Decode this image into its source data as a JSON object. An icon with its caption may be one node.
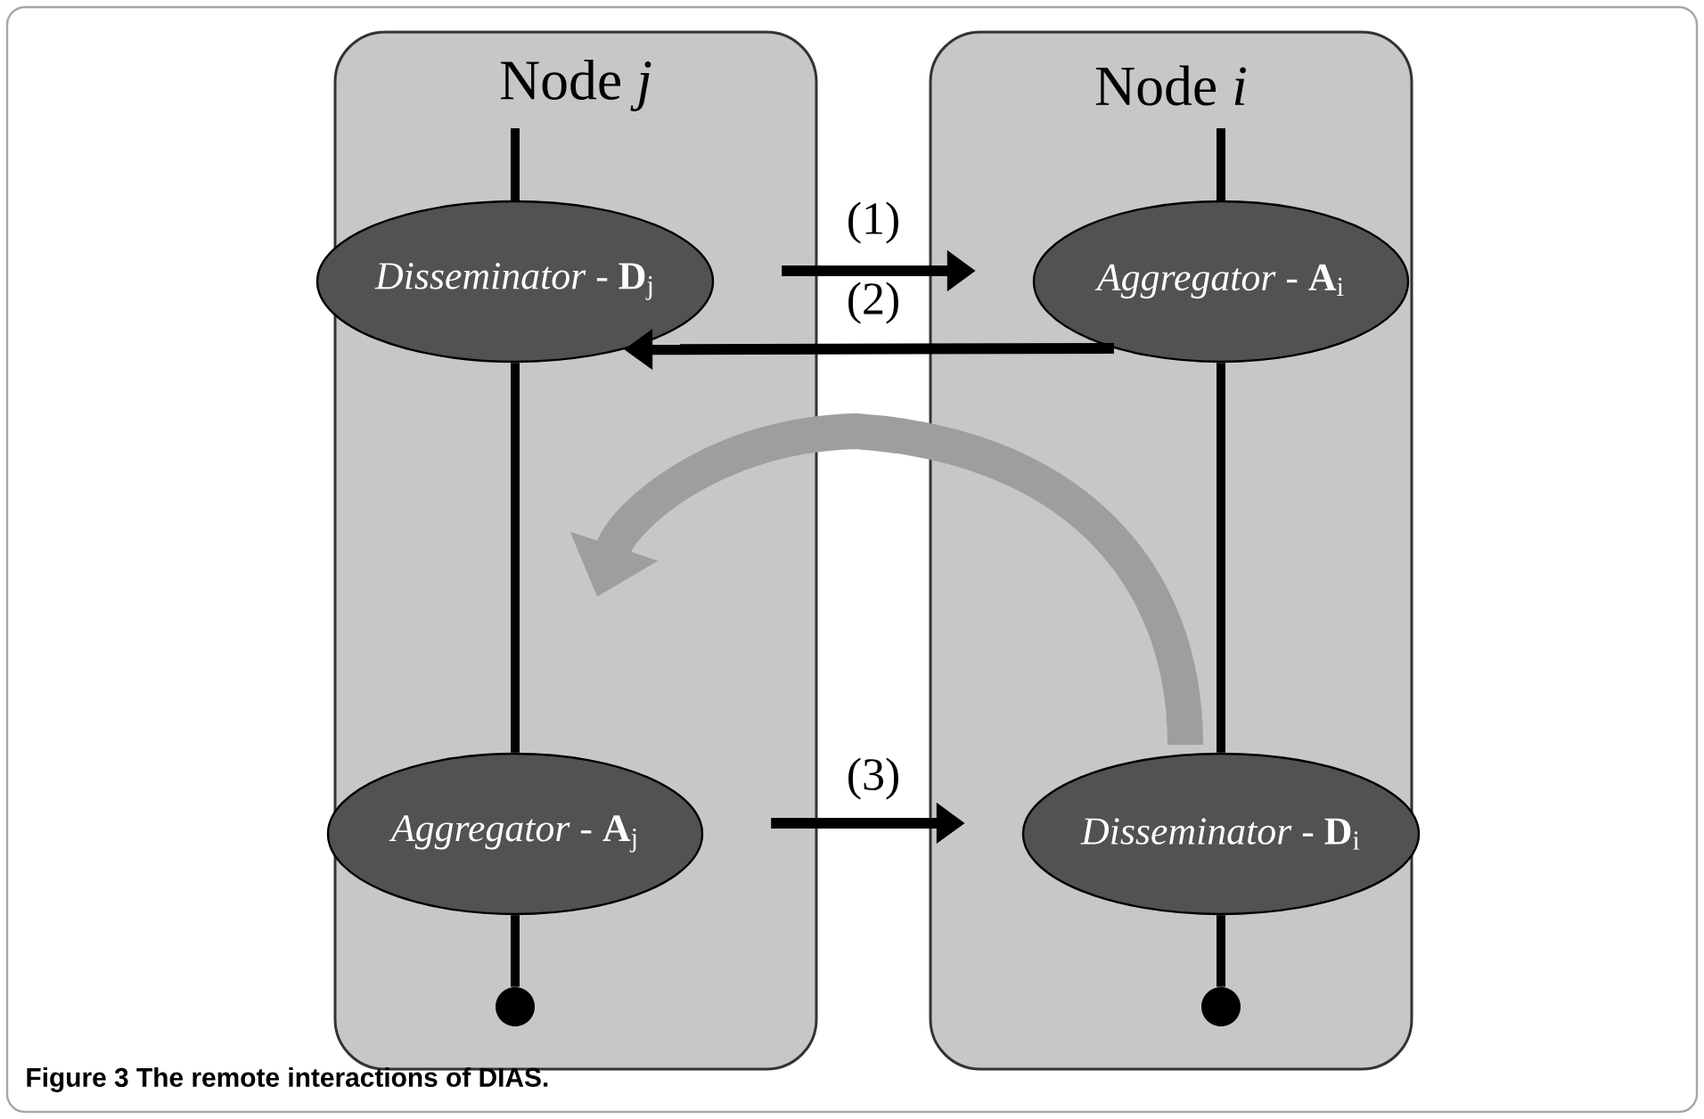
{
  "diagram": {
    "caption": "Figure 3 The remote interactions of DIAS.",
    "nodes": [
      {
        "text": [
          "Node *j*"
        ]
      },
      {
        "text": [
          "*Disseminator -* **D**$_{j}$"
        ],
        "in": 0
      },
      {
        "text": [
          "*Aggregator -* **A**$_{j}$"
        ],
        "in": 0
      },
      {
        "text": [],
        "shape": "circle",
        "in": 0
      },
      {
        "text": [
          "Node *i*"
        ]
      },
      {
        "text": [
          "*Aggregator -* **A**$_{i}$"
        ],
        "in": 4
      },
      {
        "text": [
          "*Disseminator -* **D**$_{i}$"
        ],
        "in": 4
      },
      {
        "text": [],
        "shape": "circle",
        "in": 4
      }
    ],
    "edges": [
      {
        "from": 1,
        "to": 5,
        "arrow": "to",
        "label": "(1)"
      },
      {
        "from": 5,
        "to": 1,
        "arrow": "to",
        "label": "(2)"
      },
      {
        "from": 2,
        "to": 6,
        "arrow": "to",
        "label": "(3)"
      },
      {
        "from": 1,
        "to": 2,
        "arrow": "none"
      },
      {
        "from": 2,
        "to": 3,
        "arrow": "none"
      },
      {
        "from": 5,
        "to": 6,
        "arrow": "none"
      },
      {
        "from": 6,
        "to": 7,
        "arrow": "none"
      }
    ]
  }
}
